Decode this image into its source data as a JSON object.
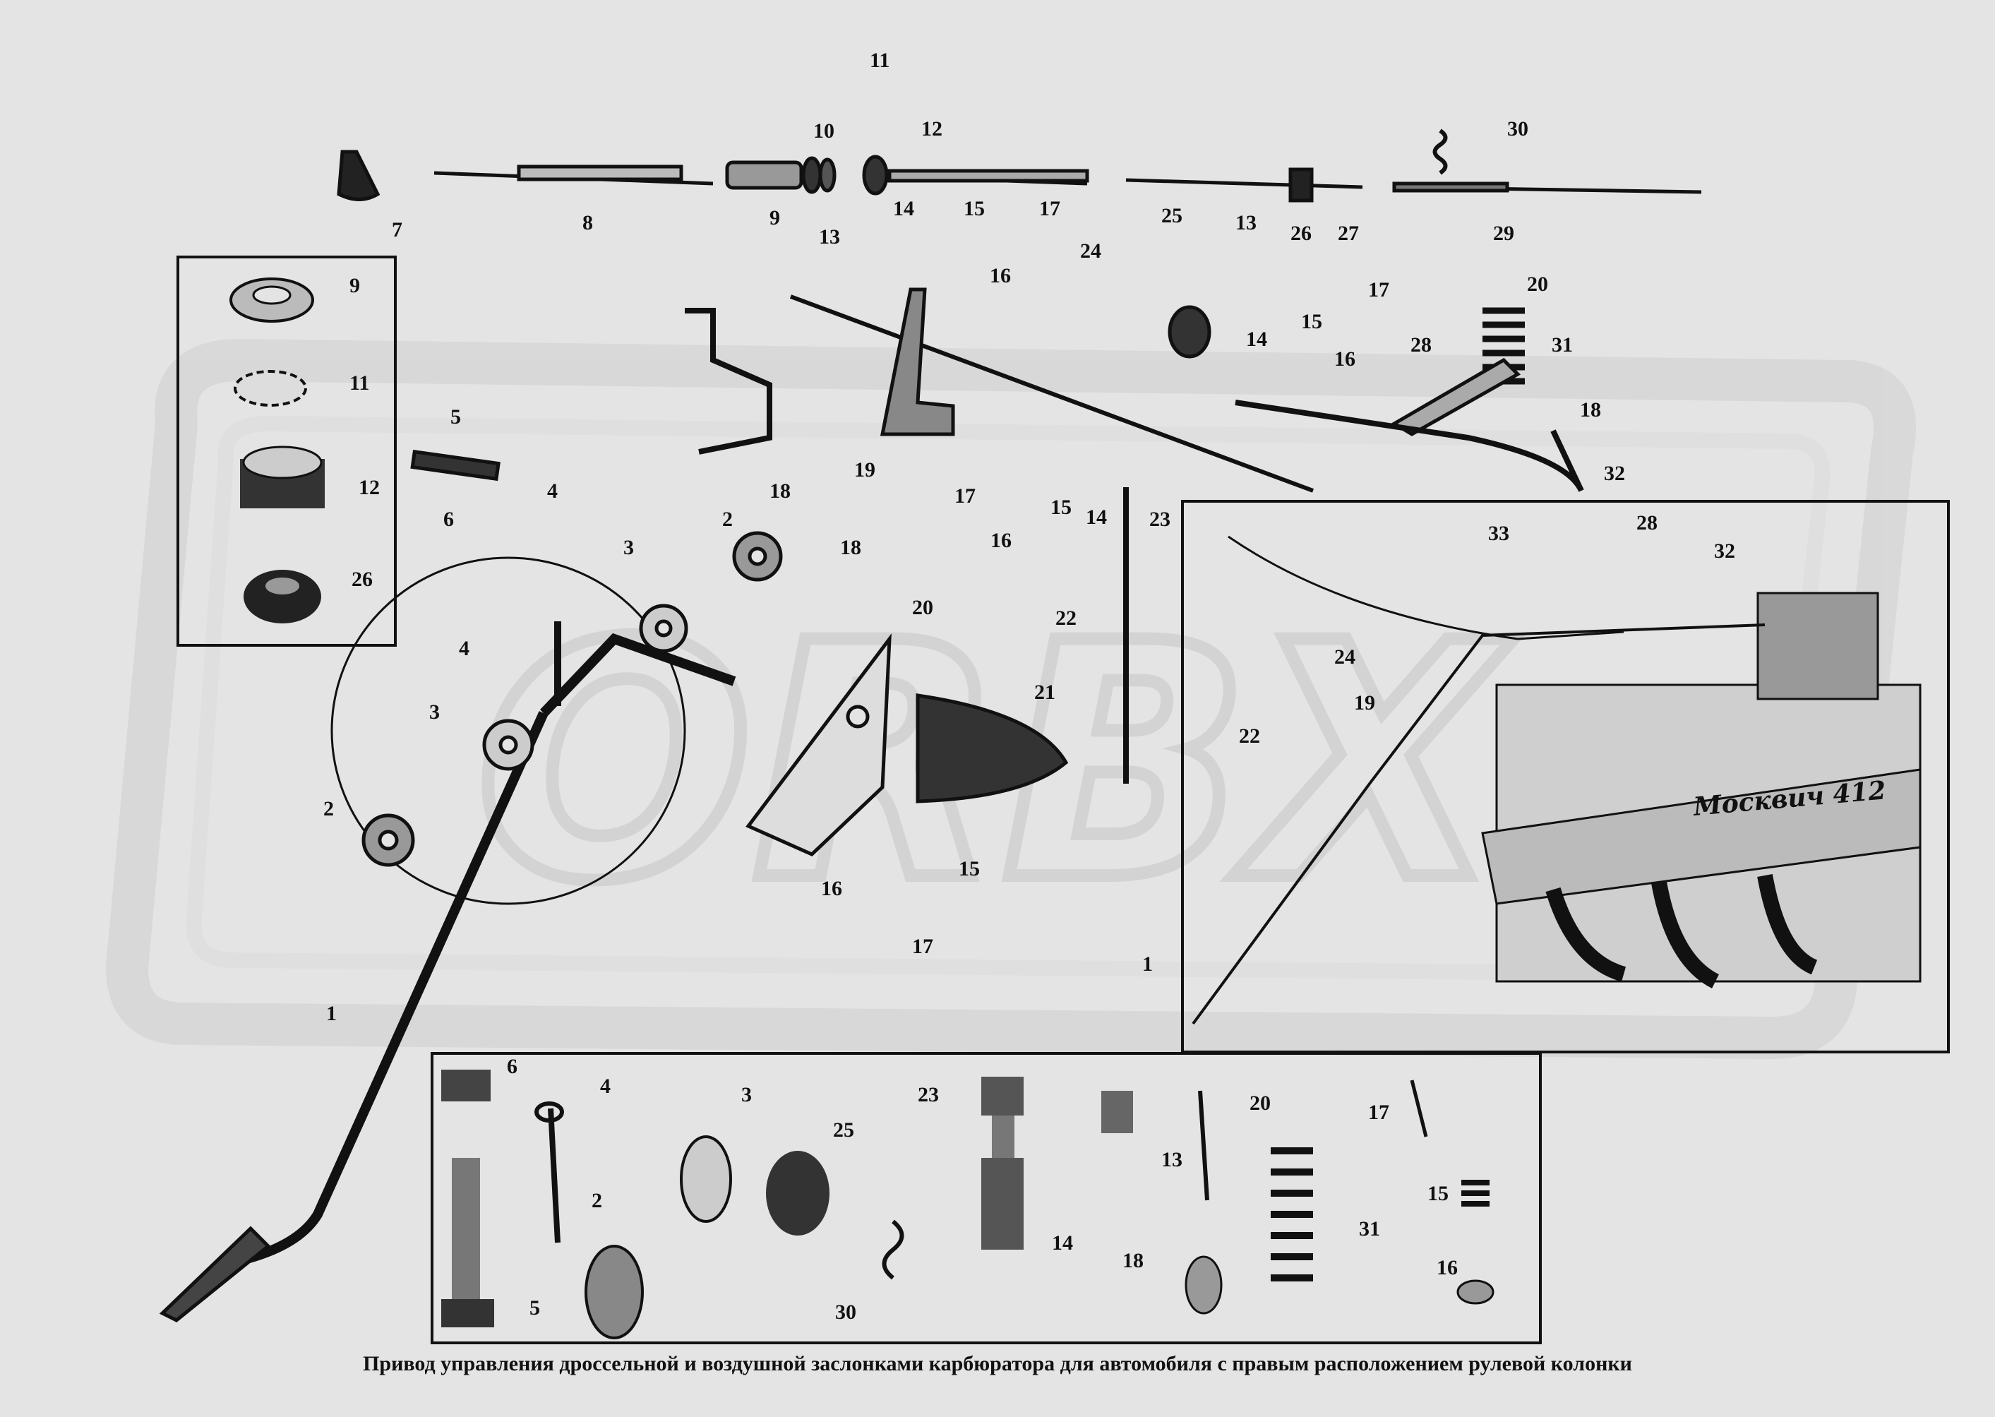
{
  "caption": "Привод управления дроссельной и воздушной заслонками карбюратора для автомобиля с правым расположением рулевой колонки",
  "engine_text": "Москвич 412",
  "watermark_text": "ORBX",
  "colors": {
    "background": "#e4e4e4",
    "ink": "#111111",
    "watermark": "#cfcfcf"
  },
  "labels": {
    "top": [
      "11",
      "10",
      "12",
      "7",
      "8",
      "9",
      "30",
      "26",
      "27",
      "29"
    ],
    "middle": [
      "13",
      "14",
      "15",
      "17",
      "16",
      "24",
      "25",
      "13",
      "20",
      "31",
      "17",
      "15",
      "16",
      "28",
      "14",
      "18",
      "32",
      "5",
      "18",
      "19",
      "17",
      "15",
      "14",
      "23",
      "4",
      "6",
      "2",
      "3",
      "18",
      "16",
      "20",
      "22",
      "4",
      "21",
      "3",
      "2",
      "16",
      "15",
      "17",
      "1"
    ],
    "left_box": [
      "9",
      "11",
      "12",
      "26"
    ],
    "right_box": [
      "33",
      "28",
      "32",
      "24",
      "19",
      "22",
      "1"
    ],
    "bottom_box": [
      "6",
      "4",
      "3",
      "25",
      "23",
      "20",
      "13",
      "17",
      "14",
      "15",
      "2",
      "31",
      "5",
      "18",
      "30",
      "16"
    ]
  }
}
